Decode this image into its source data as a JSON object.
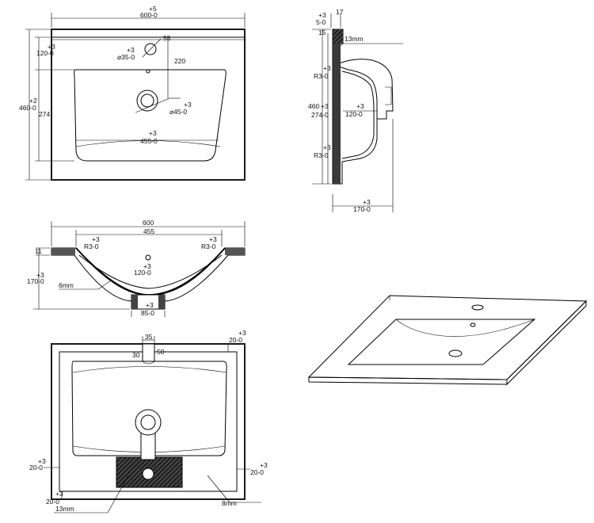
{
  "top_view": {
    "width_tol": "+5",
    "width": "600-0",
    "back_tol": "+3",
    "back": "120-0",
    "depth_tol": "+2",
    "depth": "460-0",
    "bowl_depth": "274",
    "tap_offset": "55",
    "tap_hole_tol": "+3",
    "tap_hole": "⌀35-0",
    "drain_pos": "220",
    "drain_hole_tol": "+3",
    "drain_hole": "⌀45-0",
    "bowl_width_tol": "+3",
    "bowl_width": "455-0"
  },
  "side_view": {
    "top_tol": "+3",
    "top": "5-0",
    "rim": "17",
    "lip": "15",
    "wall": "13mm",
    "radius_top_tol": "+3",
    "radius_top": "R3-0",
    "overall": "460",
    "inner_tol": "+3",
    "inner": "274-0",
    "drain_off_tol": "+3",
    "drain_off": "120-0",
    "radius_bottom_tol": "+3",
    "radius_bottom": "R3-0",
    "height_tol": "+3",
    "height": "170-0"
  },
  "front_view": {
    "width": "600",
    "bowl_width": "455",
    "radius_left_tol": "+3",
    "radius_left": "R3-0",
    "radius_right_tol": "+3",
    "radius_right": "R3-0",
    "lip": "11",
    "drain_tol": "+3",
    "drain": "120-0",
    "height_tol": "+3",
    "height": "170-0",
    "wall": "6mm",
    "outlet_tol": "+3",
    "outlet": "85-0"
  },
  "bottom_view": {
    "tap": "35",
    "tap_left": "30",
    "tap_right": "50",
    "corner_tr_tol": "+3",
    "corner_tr": "20-0",
    "left_tol": "+3",
    "left": "20-0",
    "right_tol": "+3",
    "right": "20-0",
    "bottom_tol": "+3",
    "bottom": "20-0",
    "callout_left": "13mm",
    "callout_right": "8mm"
  }
}
